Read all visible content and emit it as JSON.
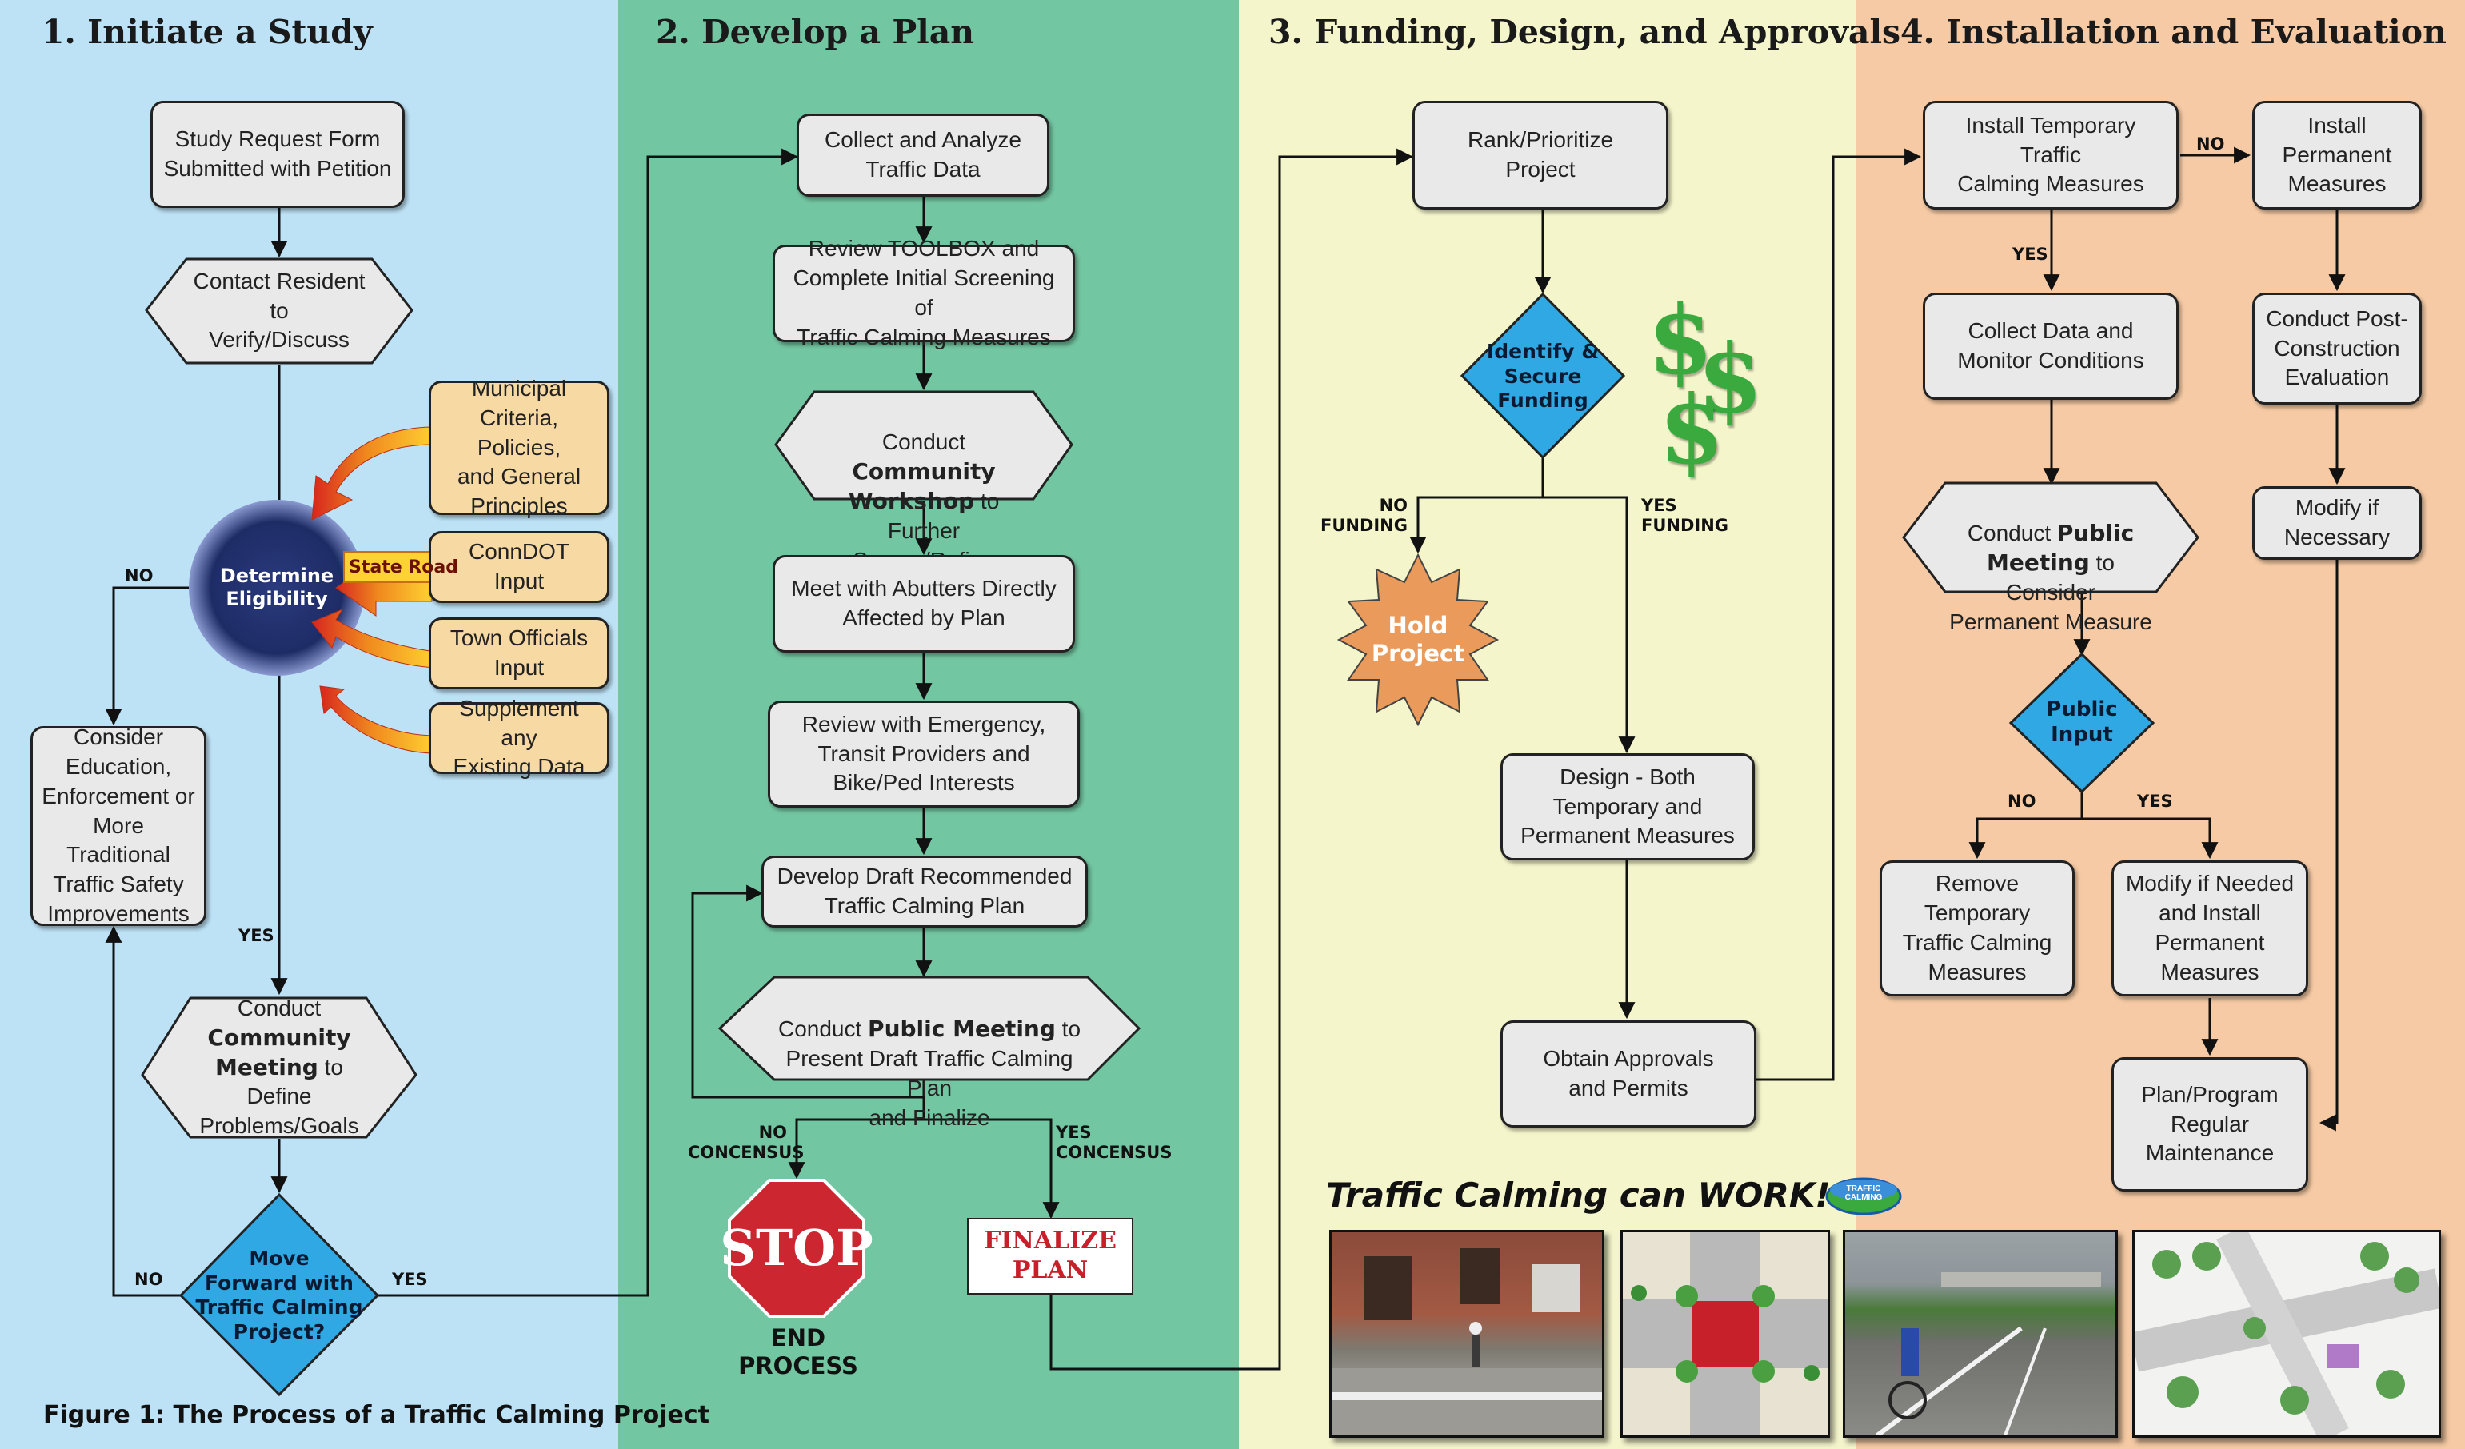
{
  "colors": {
    "col1": "#bde2f6",
    "col2": "#73c6a2",
    "col3": "#f4f5cb",
    "col4": "#f5caa4",
    "diamond": "#2fa8e3",
    "box": "#e9e9ea",
    "tan": "#f7d9a3",
    "eligibility": "#22306a",
    "hold": "#ea9a5a",
    "stop": "#cc2630",
    "dollar": "#3aaa3f"
  },
  "columns": [
    "1. Initiate a Study",
    "2. Develop a Plan",
    "3. Funding, Design, and Approvals",
    "4. Installation and Evaluation"
  ],
  "col1": {
    "study_request": "Study Request Form\nSubmitted with Petition",
    "contact_resident": "Contact Resident to\nVerify/Discuss",
    "municipal": "Municipal\nCriteria, Policies,\nand General\nPrinciples",
    "conndot": "ConnDOT\nInput",
    "town": "Town Officials\nInput",
    "supplement": "Supplement any\nExisting Data",
    "state_road": "State Road",
    "eligibility": "Determine\nEligibility",
    "consider": "Consider\nEducation,\nEnforcement or\nMore Traditional\nTraffic Safety\nImprovements",
    "community_pre": "Conduct",
    "community_bold": "Community\nMeeting",
    "community_post": " to Define\nProblems/Goals",
    "move_forward": "Move\nForward with\nTraffic Calming\nProject?",
    "no1": "NO",
    "yes1": "YES",
    "no2": "NO",
    "yes2": "YES",
    "caption": "Figure 1: The Process of a Traffic Calming Project"
  },
  "col2": {
    "collect": "Collect and Analyze\nTraffic Data",
    "toolbox": "Review TOOLBOX and\nComplete Initial Screening of\nTraffic Calming Measures",
    "workshop_pre": "Conduct ",
    "workshop_bold1": "Community",
    "workshop_bold2": "Workshop",
    "workshop_post": " to Further\nScreen/Refine Options",
    "abutters": "Meet with Abutters Directly\nAffected by Plan",
    "emergency": "Review with Emergency,\nTransit Providers and\nBike/Ped Interests",
    "draft": "Develop Draft Recommended\nTraffic Calming Plan",
    "public_pre": "Conduct ",
    "public_bold": "Public Meeting",
    "public_post": " to\nPresent Draft Traffic Calming Plan\nand Finalize",
    "no_consensus": "NO\nCONCENSUS",
    "yes_consensus": "YES\nCONCENSUS",
    "stop": "STOP",
    "end_process": "END\nPROCESS",
    "finalize": "FINALIZE\nPLAN"
  },
  "col3": {
    "rank": "Rank/Prioritize\nProject",
    "funding": "Identify &\nSecure\nFunding",
    "dollar": "$",
    "no_funding": "NO\nFUNDING",
    "yes_funding": "YES\nFUNDING",
    "hold": "Hold\nProject",
    "design": "Design - Both\nTemporary and\nPermanent Measures",
    "approvals": "Obtain Approvals\nand Permits",
    "tagline": "Traffic Calming can WORK!",
    "logo": "TRAFFIC CALMING"
  },
  "col4": {
    "install_temp": "Install Temporary Traffic\nCalming Measures",
    "install_perm": "Install\nPermanent\nMeasures",
    "no": "NO",
    "yes": "YES",
    "collect_monitor": "Collect Data and\nMonitor Conditions",
    "post_construction": "Conduct Post-\nConstruction\nEvaluation",
    "public_meeting_pre": "Conduct ",
    "public_meeting_bold": "Public\nMeeting",
    "public_meeting_post": " to Consider\nPermanent Measure",
    "modify_if": "Modify if\nNecessary",
    "public_input": "Public\nInput",
    "no2": "NO",
    "yes2": "YES",
    "remove": "Remove\nTemporary\nTraffic Calming\nMeasures",
    "modify_install": "Modify if Needed\nand Install\nPermanent\nMeasures",
    "plan_program": "Plan/Program\nRegular\nMaintenance"
  }
}
